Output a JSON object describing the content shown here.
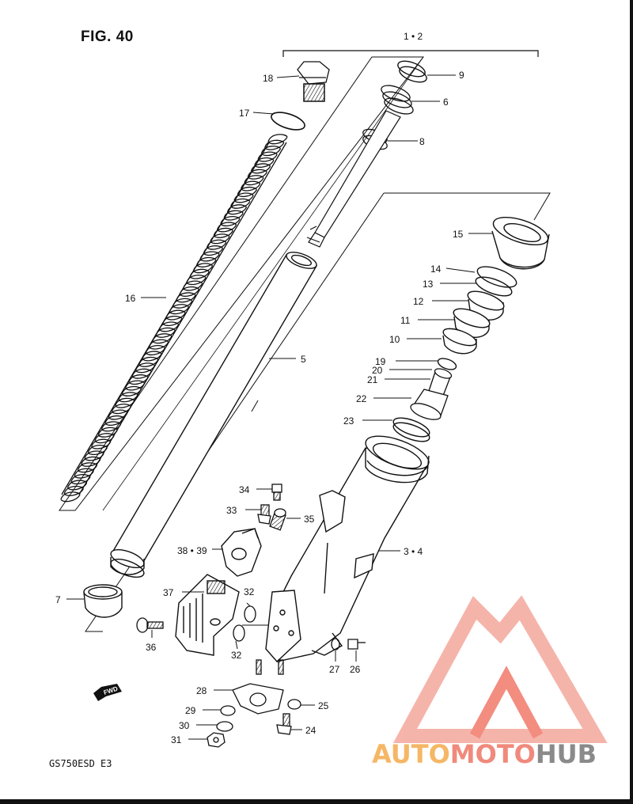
{
  "figure": {
    "title": "FIG. 40",
    "model": "GS750ESD  E3",
    "fwd_label": "FWD"
  },
  "watermark": {
    "part1": "AUTO",
    "part2": "MOTO",
    "part3": "HUB"
  },
  "callouts": {
    "c1_2": "1 • 2",
    "c3_4": "3 • 4",
    "c5": "5",
    "c6": "6",
    "c7": "7",
    "c8": "8",
    "c9": "9",
    "c10": "10",
    "c11": "11",
    "c12": "12",
    "c13": "13",
    "c14": "14",
    "c15": "15",
    "c16": "16",
    "c17": "17",
    "c18": "18",
    "c19": "19",
    "c20": "20",
    "c21": "21",
    "c22": "22",
    "c23": "23",
    "c24": "24",
    "c25": "25",
    "c26": "26",
    "c27": "27",
    "c28": "28",
    "c29": "29",
    "c30": "30",
    "c31": "31",
    "c32a": "32",
    "c32b": "32",
    "c33": "33",
    "c34": "34",
    "c35": "35",
    "c36": "36",
    "c37": "37",
    "c38_39": "38 • 39"
  },
  "colors": {
    "ink": "#111111",
    "logo_red": "#f07a6a",
    "logo_pink": "#f4a79c"
  }
}
